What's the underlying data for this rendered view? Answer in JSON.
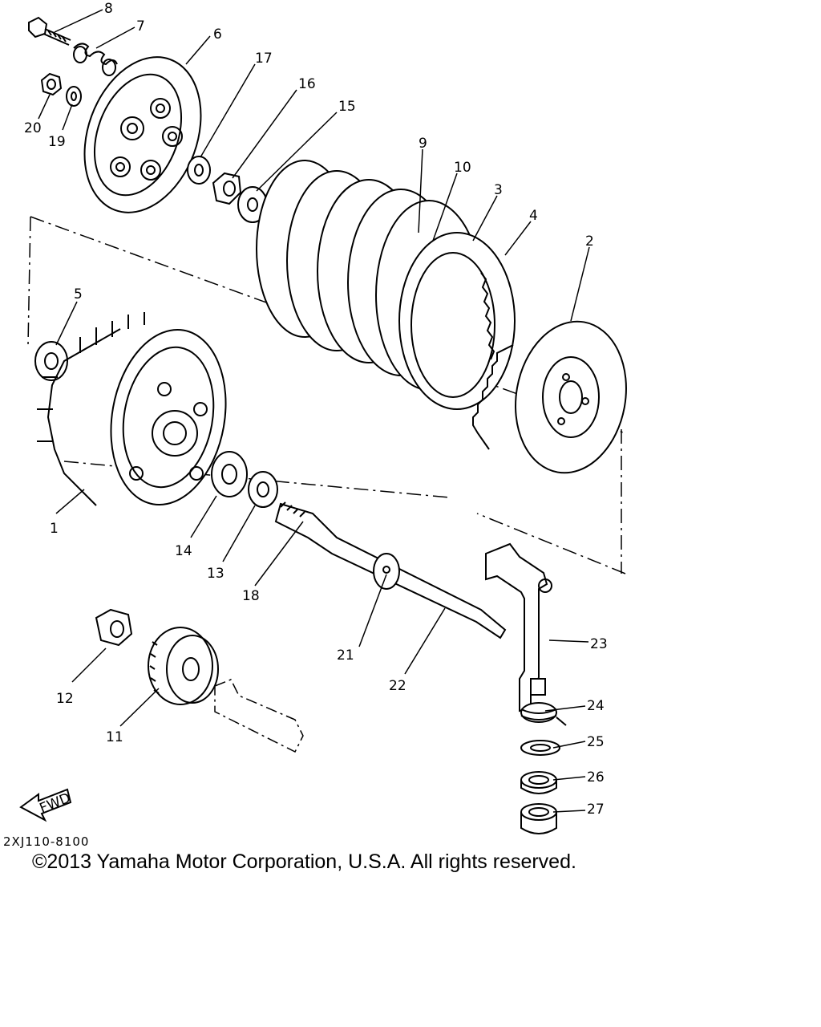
{
  "callouts": [
    {
      "num": "1"
    },
    {
      "num": "2"
    },
    {
      "num": "3"
    },
    {
      "num": "4"
    },
    {
      "num": "5"
    },
    {
      "num": "6"
    },
    {
      "num": "7"
    },
    {
      "num": "8"
    },
    {
      "num": "9"
    },
    {
      "num": "10"
    },
    {
      "num": "11"
    },
    {
      "num": "12"
    },
    {
      "num": "13"
    },
    {
      "num": "14"
    },
    {
      "num": "15"
    },
    {
      "num": "16"
    },
    {
      "num": "17"
    },
    {
      "num": "18"
    },
    {
      "num": "19"
    },
    {
      "num": "20"
    },
    {
      "num": "21"
    },
    {
      "num": "22"
    },
    {
      "num": "23"
    },
    {
      "num": "24"
    },
    {
      "num": "25"
    },
    {
      "num": "26"
    },
    {
      "num": "27"
    }
  ],
  "fwd_label": "FWD",
  "diagram_code": "2XJ110-8100",
  "copyright": "©2013 Yamaha Motor Corporation, U.S.A. All rights reserved.",
  "colors": {
    "ink": "#000000",
    "background": "#ffffff"
  }
}
